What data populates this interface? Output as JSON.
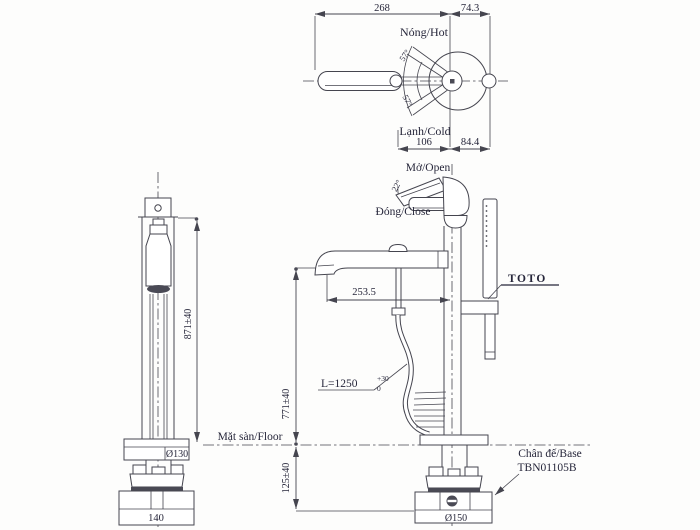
{
  "drawing": {
    "brand": "TOTO",
    "floor_label": "Mặt sàn/Floor",
    "top_view": {
      "dim_width_total": "268",
      "dim_width_right": "74.3",
      "dim_bottom_left": "106",
      "dim_bottom_right": "84.4",
      "hot_label": "Nóng/Hot",
      "cold_label": "Lạnh/Cold",
      "angle_hot": "57°",
      "angle_cold": "57°"
    },
    "front_view": {
      "dim_height": "871±40",
      "flange_diameter": "Ø130",
      "base_width": "140"
    },
    "side_view": {
      "open_label": "Mở/Open",
      "close_label": "Đóng/Close",
      "lever_angle": "22°",
      "dim_spout_reach": "253.5",
      "dim_spout_height": "771±40",
      "dim_below_floor": "125±40",
      "hose_length": "L=1250",
      "hose_tol_upper": "+30",
      "hose_tol_lower": "0",
      "base_diameter": "Ø150",
      "base_note_line1": "Chân đế/Base",
      "base_note_line2": "TBN01105B"
    }
  }
}
